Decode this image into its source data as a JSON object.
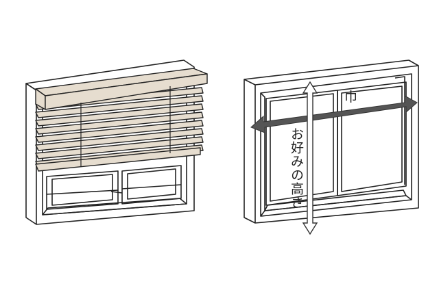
{
  "labels": {
    "width": "巾",
    "height": "お好みの高さ"
  },
  "colors": {
    "line": "#222222",
    "blind_slat": "#e6ddcf",
    "arrow_dark": "#555555",
    "arrow_light": "#ffffff",
    "background": "#ffffff"
  },
  "illustrations": [
    "window-with-wooden-blind",
    "window-measurement-guide"
  ]
}
